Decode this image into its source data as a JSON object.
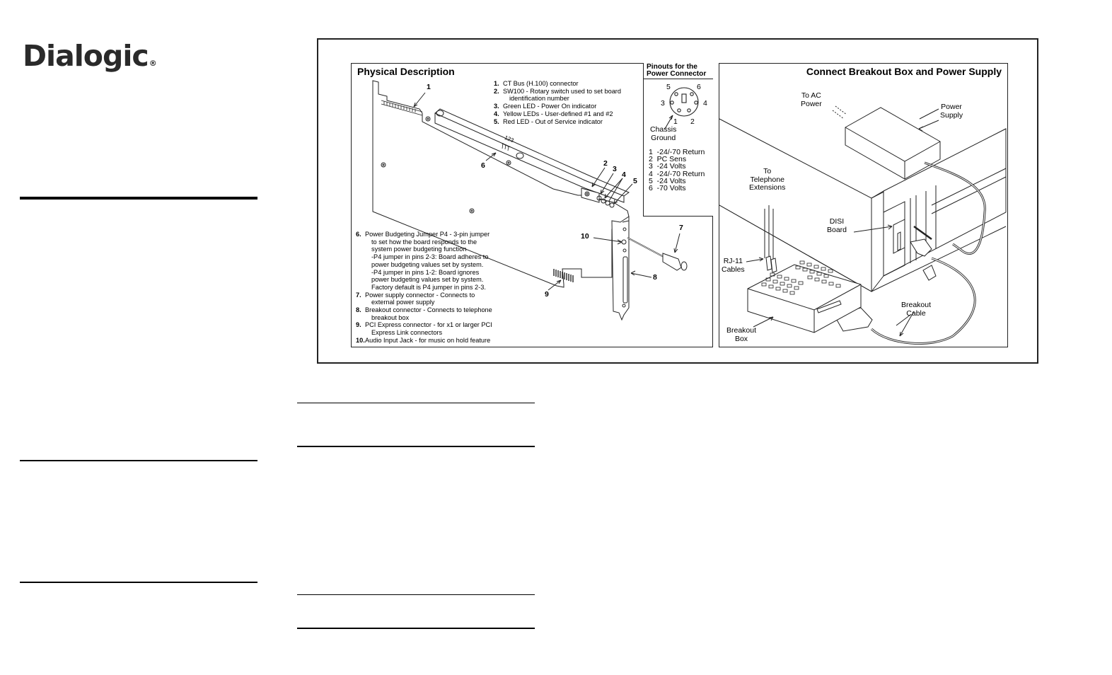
{
  "brand": {
    "logo_text": "Dialogic",
    "logo_mark": "®"
  },
  "physical": {
    "title": "Physical Description",
    "callouts_top": [
      {
        "num": "1.",
        "text": "CT Bus (H.100) connector"
      },
      {
        "num": "2.",
        "text": "SW100 - Rotary switch used to set board",
        "cont": "identification number"
      },
      {
        "num": "3.",
        "text": "Green LED - Power On indicator"
      },
      {
        "num": "4.",
        "text": "Yellow LEDs - User-defined #1 and #2"
      },
      {
        "num": "5.",
        "text": "Red LED - Out of Service indicator"
      }
    ],
    "callouts_bottom": [
      {
        "num": "6.",
        "lines": [
          "Power Budgeting Jumper P4 - 3-pin jumper",
          "to set how the board responds to the",
          "system power budgeting function",
          " -P4 jumper in pins 2-3: Board adheres to",
          "power budgeting values set by system.",
          " -P4 jumper in pins 1-2: Board ignores",
          "power budgeting values set by system.",
          "Factory default is P4 jumper in pins 2-3."
        ]
      },
      {
        "num": "7.",
        "lines": [
          "Power supply connector - Connects to",
          "external power supply"
        ]
      },
      {
        "num": "8.",
        "lines": [
          "Breakout connector - Connects to telephone",
          "breakout box"
        ]
      },
      {
        "num": "9.",
        "lines": [
          "PCI Express connector - for x1 or larger PCI",
          "Express Link connectors"
        ]
      },
      {
        "num": "10.",
        "lines": [
          "Audio Input Jack - for music on hold feature"
        ]
      }
    ],
    "diagram_labels": [
      "1",
      "2",
      "3",
      "4",
      "5",
      "6",
      "7",
      "8",
      "9",
      "10"
    ],
    "switch_label": "123"
  },
  "pinouts": {
    "title_line1": "Pinouts for the",
    "title_line2": "Power Connector",
    "pin_numbers": [
      "1",
      "2",
      "3",
      "4",
      "5",
      "6"
    ],
    "ground_label": "Chassis\nGround",
    "pins": [
      "1  -24/-70 Return",
      "2  PC Sens",
      "3  -24 Volts",
      "4  -24/-70 Return",
      "5  -24 Volts",
      "6  -70 Volts"
    ]
  },
  "connect": {
    "title": "Connect Breakout Box and Power Supply",
    "labels": {
      "ac_power": "To AC\nPower",
      "power_supply": "Power\nSupply",
      "telephone": "To\nTelephone\nExtensions",
      "disi_board": "DISI\nBoard",
      "rj11": "RJ-11\nCables",
      "breakout_cable": "Breakout\nCable",
      "breakout_box": "Breakout\nBox"
    }
  }
}
